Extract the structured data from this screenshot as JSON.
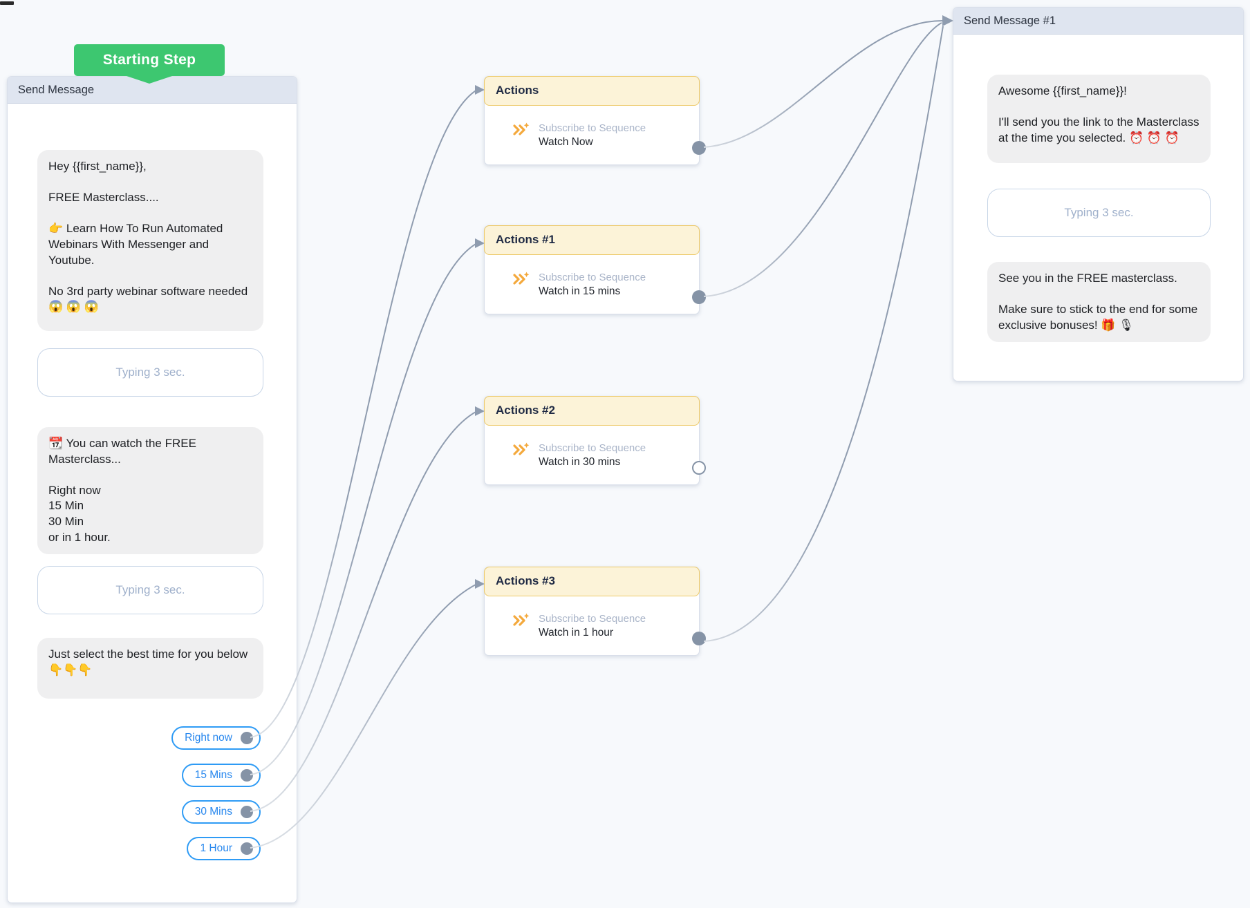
{
  "badge": {
    "label": "Starting Step"
  },
  "start_node": {
    "title": "Send Message",
    "bubble_1": "Hey {{first_name}},\n\nFREE Masterclass....\n\n👉 Learn How To Run Automated Webinars With Messenger and Youtube.\n\nNo 3rd party webinar software needed\n😱 😱 😱",
    "typing_1": "Typing 3 sec.",
    "bubble_2": "📆 You can watch the FREE Masterclass...\n\nRight now\n15 Min\n30 Min\nor in 1 hour.",
    "typing_2": "Typing 3 sec.",
    "bubble_3": "Just select the best time for you below 👇👇👇",
    "quick_replies": [
      {
        "label": "Right now"
      },
      {
        "label": "15 Mins"
      },
      {
        "label": "30 Mins"
      },
      {
        "label": "1 Hour"
      }
    ]
  },
  "action_nodes": [
    {
      "title": "Actions",
      "action_label": "Subscribe to Sequence",
      "value": "Watch Now",
      "connected": true
    },
    {
      "title": "Actions #1",
      "action_label": "Subscribe to Sequence",
      "value": "Watch in 15 mins",
      "connected": true
    },
    {
      "title": "Actions #2",
      "action_label": "Subscribe to Sequence",
      "value": "Watch in 30 mins",
      "connected": false
    },
    {
      "title": "Actions #3",
      "action_label": "Subscribe to Sequence",
      "value": "Watch in 1 hour",
      "connected": true
    }
  ],
  "end_node": {
    "title": "Send Message #1",
    "bubble_1": "Awesome {{first_name}}!\n\nI'll send you the link to the Masterclass at the time you selected. ⏰ ⏰ ⏰",
    "typing_1": "Typing 3 sec.",
    "bubble_2": "See you in the FREE masterclass.\n\nMake sure to stick to the end for some exclusive bonuses! 🎁 🎙"
  },
  "colors": {
    "badge_green": "#3DC770",
    "node_header_gray": "#DFE5F0",
    "actions_header_bg": "#FCF3D8",
    "actions_header_border": "#EDC968",
    "quick_reply_blue": "#2E9BF5",
    "connector_gray": "#8F9CAF",
    "bubble_gray": "#EFEFF0"
  }
}
